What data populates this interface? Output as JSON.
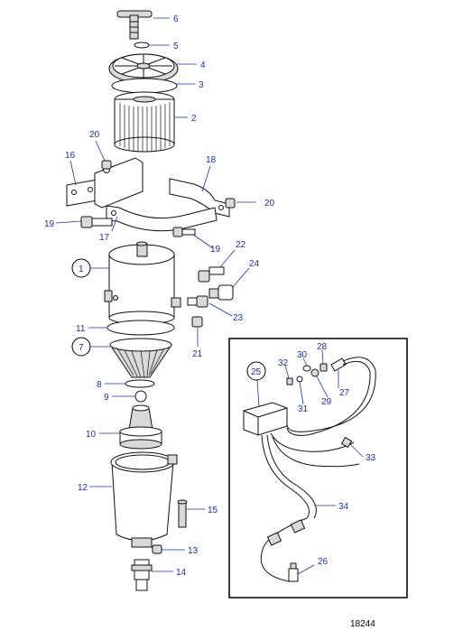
{
  "figure_number": "18244",
  "callouts": {
    "c1": "1",
    "c2": "2",
    "c3": "3",
    "c4": "4",
    "c5": "5",
    "c6": "6",
    "c7": "7",
    "c8": "8",
    "c9": "9",
    "c10": "10",
    "c11": "11",
    "c12": "12",
    "c13": "13",
    "c14": "14",
    "c15": "15",
    "c16": "16",
    "c17": "17",
    "c18": "18",
    "c19a": "19",
    "c19b": "19",
    "c20a": "20",
    "c20b": "20",
    "c21": "21",
    "c22": "22",
    "c23": "23",
    "c24": "24",
    "c25": "25",
    "c26": "26",
    "c27": "27",
    "c28": "28",
    "c29": "29",
    "c31": "31",
    "c32": "32",
    "c30": "30",
    "c33": "33",
    "c34": "34"
  },
  "colors": {
    "callout": "#1a2fa8",
    "line": "#111111",
    "part_fill": "#d9d9d9"
  }
}
